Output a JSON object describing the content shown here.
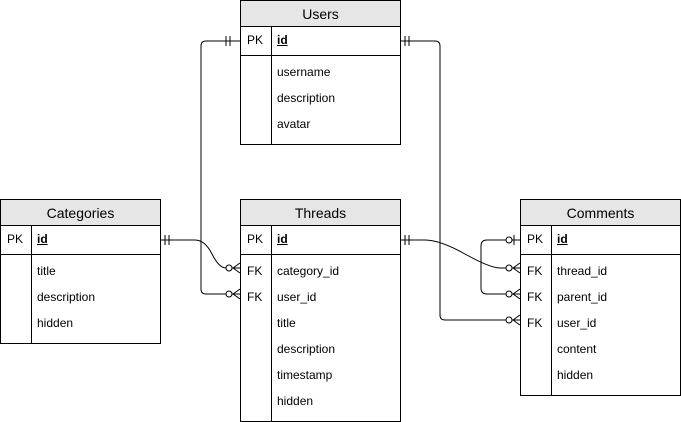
{
  "entities": {
    "users": {
      "title": "Users",
      "pk": {
        "key": "PK",
        "name": "id"
      },
      "fields": [
        {
          "key": "",
          "name": "username"
        },
        {
          "key": "",
          "name": "description"
        },
        {
          "key": "",
          "name": "avatar"
        }
      ]
    },
    "categories": {
      "title": "Categories",
      "pk": {
        "key": "PK",
        "name": "id"
      },
      "fields": [
        {
          "key": "",
          "name": "title"
        },
        {
          "key": "",
          "name": "description"
        },
        {
          "key": "",
          "name": "hidden"
        }
      ]
    },
    "threads": {
      "title": "Threads",
      "pk": {
        "key": "PK",
        "name": "id"
      },
      "fields": [
        {
          "key": "FK",
          "name": "category_id"
        },
        {
          "key": "FK",
          "name": "user_id"
        },
        {
          "key": "",
          "name": "title"
        },
        {
          "key": "",
          "name": "description"
        },
        {
          "key": "",
          "name": "timestamp"
        },
        {
          "key": "",
          "name": "hidden"
        }
      ]
    },
    "comments": {
      "title": "Comments",
      "pk": {
        "key": "PK",
        "name": "id"
      },
      "fields": [
        {
          "key": "FK",
          "name": "thread_id"
        },
        {
          "key": "FK",
          "name": "parent_id"
        },
        {
          "key": "FK",
          "name": "user_id"
        },
        {
          "key": "",
          "name": "content"
        },
        {
          "key": "",
          "name": "hidden"
        }
      ]
    }
  },
  "relationships": [
    {
      "from": "categories.id",
      "to": "threads.category_id",
      "from_cardinality": "one-and-only-one",
      "to_cardinality": "zero-or-many"
    },
    {
      "from": "users.id",
      "to": "threads.user_id",
      "from_cardinality": "one-and-only-one",
      "to_cardinality": "zero-or-many"
    },
    {
      "from": "threads.id",
      "to": "comments.thread_id",
      "from_cardinality": "one-and-only-one",
      "to_cardinality": "zero-or-many"
    },
    {
      "from": "comments.id",
      "to": "comments.parent_id",
      "from_cardinality": "zero-or-one",
      "to_cardinality": "zero-or-many"
    },
    {
      "from": "users.id",
      "to": "comments.user_id",
      "from_cardinality": "one-and-only-one",
      "to_cardinality": "zero-or-many"
    }
  ],
  "colors": {
    "header_bg": "#e6e6e6",
    "border": "#000000",
    "background": "#ffffff"
  }
}
